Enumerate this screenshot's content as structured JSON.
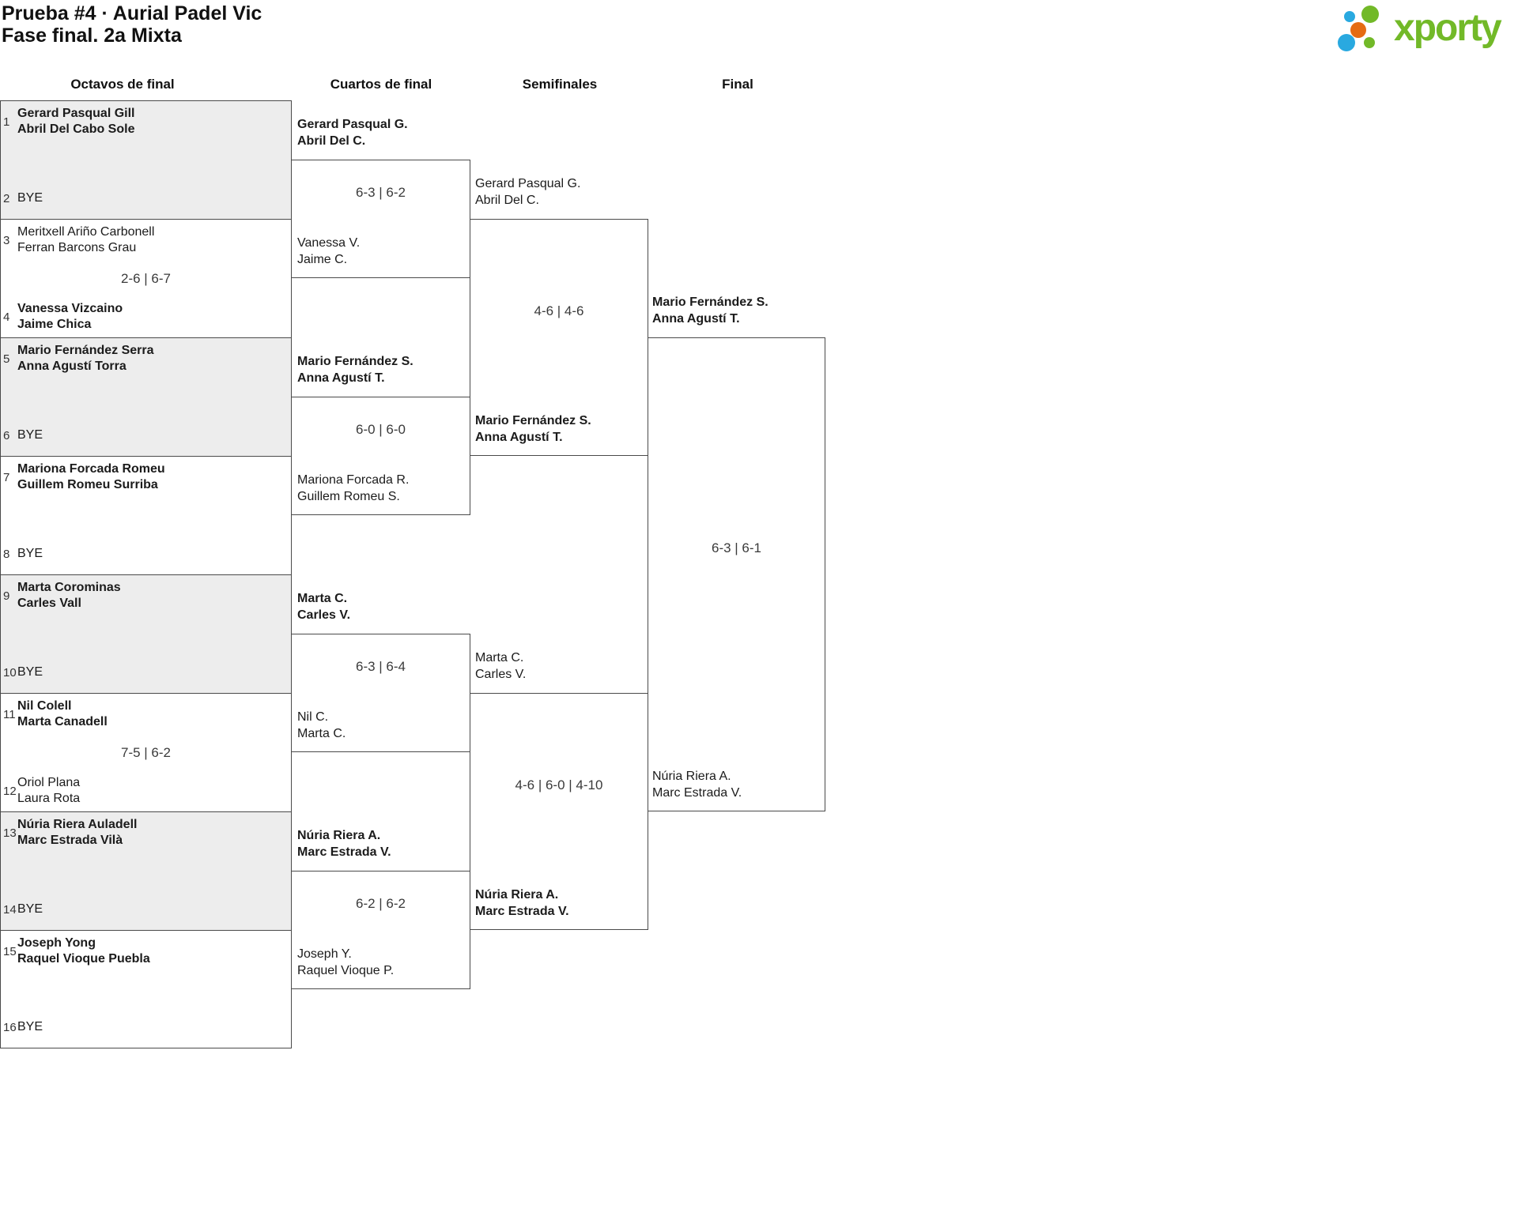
{
  "title": {
    "line1": "Prueba #4 · Aurial Padel Vic",
    "line2": "Fase final. 2a Mixta"
  },
  "logo": {
    "text": "xporty",
    "green": "#72b928",
    "blue": "#29a9e0",
    "orange": "#e56b12"
  },
  "rounds": {
    "r16": "Octavos de final",
    "qf": "Cuartos de final",
    "sf": "Semifinales",
    "f": "Final"
  },
  "r16": {
    "slots": [
      {
        "seed": "1",
        "l1": "Gerard Pasqual Gill",
        "l2": "Abril Del Cabo Sole"
      },
      {
        "seed": "2",
        "l1": "BYE"
      },
      {
        "seed": "3",
        "l1": "Meritxell Ariño Carbonell",
        "l2": "Ferran Barcons Grau"
      },
      {
        "seed": "4",
        "l1": "Vanessa Vizcaino",
        "l2": "Jaime Chica"
      },
      {
        "seed": "5",
        "l1": "Mario Fernández Serra",
        "l2": "Anna Agustí Torra"
      },
      {
        "seed": "6",
        "l1": "BYE"
      },
      {
        "seed": "7",
        "l1": "Mariona Forcada Romeu",
        "l2": "Guillem Romeu Surriba"
      },
      {
        "seed": "8",
        "l1": "BYE"
      },
      {
        "seed": "9",
        "l1": "Marta Corominas",
        "l2": "Carles Vall"
      },
      {
        "seed": "10",
        "l1": "BYE"
      },
      {
        "seed": "11",
        "l1": "Nil Colell",
        "l2": "Marta Canadell"
      },
      {
        "seed": "12",
        "l1": "Oriol Plana",
        "l2": "Laura Rota"
      },
      {
        "seed": "13",
        "l1": "Núria Riera Auladell",
        "l2": "Marc Estrada Vilà"
      },
      {
        "seed": "14",
        "l1": "BYE"
      },
      {
        "seed": "15",
        "l1": "Joseph Yong",
        "l2": "Raquel Vioque Puebla"
      },
      {
        "seed": "16",
        "l1": "BYE"
      }
    ],
    "scores": [
      "",
      "2-6 | 6-7",
      "",
      "",
      "",
      "7-5 | 6-2",
      "",
      ""
    ]
  },
  "qf": {
    "teams": [
      {
        "l1": "Gerard Pasqual G.",
        "l2": "Abril Del C."
      },
      {
        "l1": "Vanessa V.",
        "l2": "Jaime C."
      },
      {
        "l1": "Mario Fernández S.",
        "l2": "Anna Agustí T."
      },
      {
        "l1": "Mariona Forcada R.",
        "l2": "Guillem Romeu S."
      },
      {
        "l1": "Marta C.",
        "l2": "Carles V."
      },
      {
        "l1": "Nil C.",
        "l2": "Marta C."
      },
      {
        "l1": "Núria Riera A.",
        "l2": "Marc Estrada V."
      },
      {
        "l1": "Joseph Y.",
        "l2": "Raquel Vioque P."
      }
    ],
    "scores": [
      "6-3 | 6-2",
      "6-0 | 6-0",
      "6-3 | 6-4",
      "6-2 | 6-2"
    ]
  },
  "sf": {
    "teams": [
      {
        "l1": "Gerard Pasqual G.",
        "l2": "Abril Del C."
      },
      {
        "l1": "Mario Fernández S.",
        "l2": "Anna Agustí T."
      },
      {
        "l1": "Marta C.",
        "l2": "Carles V."
      },
      {
        "l1": "Núria Riera A.",
        "l2": "Marc Estrada V."
      }
    ],
    "scores": [
      "4-6 | 4-6",
      "4-6 | 6-0 | 4-10"
    ]
  },
  "f": {
    "teams": [
      {
        "l1": "Mario Fernández S.",
        "l2": "Anna Agustí T."
      },
      {
        "l1": "Núria Riera A.",
        "l2": "Marc Estrada V."
      }
    ],
    "score": "6-3 | 6-1"
  }
}
